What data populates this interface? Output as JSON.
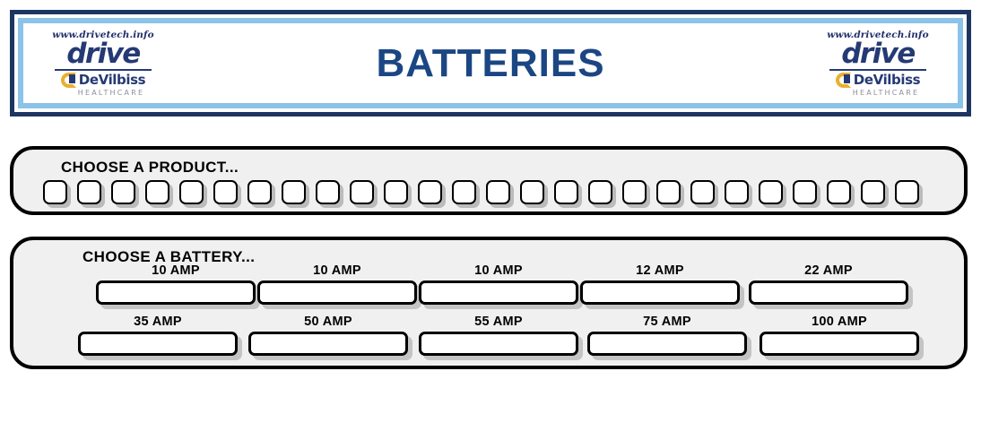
{
  "header": {
    "title": "BATTERIES",
    "logo": {
      "url": "www.drivetech.info",
      "brand": "drive",
      "sub_brand": "DeVilbiss",
      "tagline": "HEALTHCARE"
    },
    "colors": {
      "outer_border": "#1d3661",
      "inner_border": "#8cc3e8",
      "title": "#1b4684",
      "logo_navy": "#253a74",
      "logo_gold": "#e9b02e"
    }
  },
  "products_panel": {
    "label": "CHOOSE A PRODUCT...",
    "buttons": [
      {
        "name": "product-button-1",
        "label": ""
      },
      {
        "name": "product-button-2",
        "label": ""
      },
      {
        "name": "product-button-3",
        "label": ""
      },
      {
        "name": "product-button-4",
        "label": ""
      },
      {
        "name": "product-button-5",
        "label": ""
      },
      {
        "name": "product-button-6",
        "label": ""
      },
      {
        "name": "product-button-7",
        "label": ""
      },
      {
        "name": "product-button-8",
        "label": ""
      },
      {
        "name": "product-button-9",
        "label": ""
      },
      {
        "name": "product-button-10",
        "label": ""
      },
      {
        "name": "product-button-11",
        "label": ""
      },
      {
        "name": "product-button-12",
        "label": ""
      },
      {
        "name": "product-button-13",
        "label": ""
      },
      {
        "name": "product-button-14",
        "label": ""
      },
      {
        "name": "product-button-15",
        "label": ""
      },
      {
        "name": "product-button-16",
        "label": ""
      },
      {
        "name": "product-button-17",
        "label": ""
      },
      {
        "name": "product-button-18",
        "label": ""
      },
      {
        "name": "product-button-19",
        "label": ""
      },
      {
        "name": "product-button-20",
        "label": ""
      },
      {
        "name": "product-button-21",
        "label": ""
      },
      {
        "name": "product-button-22",
        "label": ""
      },
      {
        "name": "product-button-23",
        "label": ""
      },
      {
        "name": "product-button-24",
        "label": ""
      },
      {
        "name": "product-button-25",
        "label": ""
      },
      {
        "name": "product-button-26",
        "label": ""
      }
    ]
  },
  "batteries_panel": {
    "label": "CHOOSE A BATTERY...",
    "rows": [
      {
        "cells": [
          {
            "amp": "10 AMP"
          },
          {
            "amp": "10 AMP"
          },
          {
            "amp": "10 AMP"
          },
          {
            "amp": "12 AMP"
          },
          {
            "amp": "22 AMP"
          }
        ]
      },
      {
        "cells": [
          {
            "amp": "35 AMP"
          },
          {
            "amp": "50 AMP"
          },
          {
            "amp": "55 AMP"
          },
          {
            "amp": "75 AMP"
          },
          {
            "amp": "100 AMP"
          }
        ]
      }
    ]
  }
}
